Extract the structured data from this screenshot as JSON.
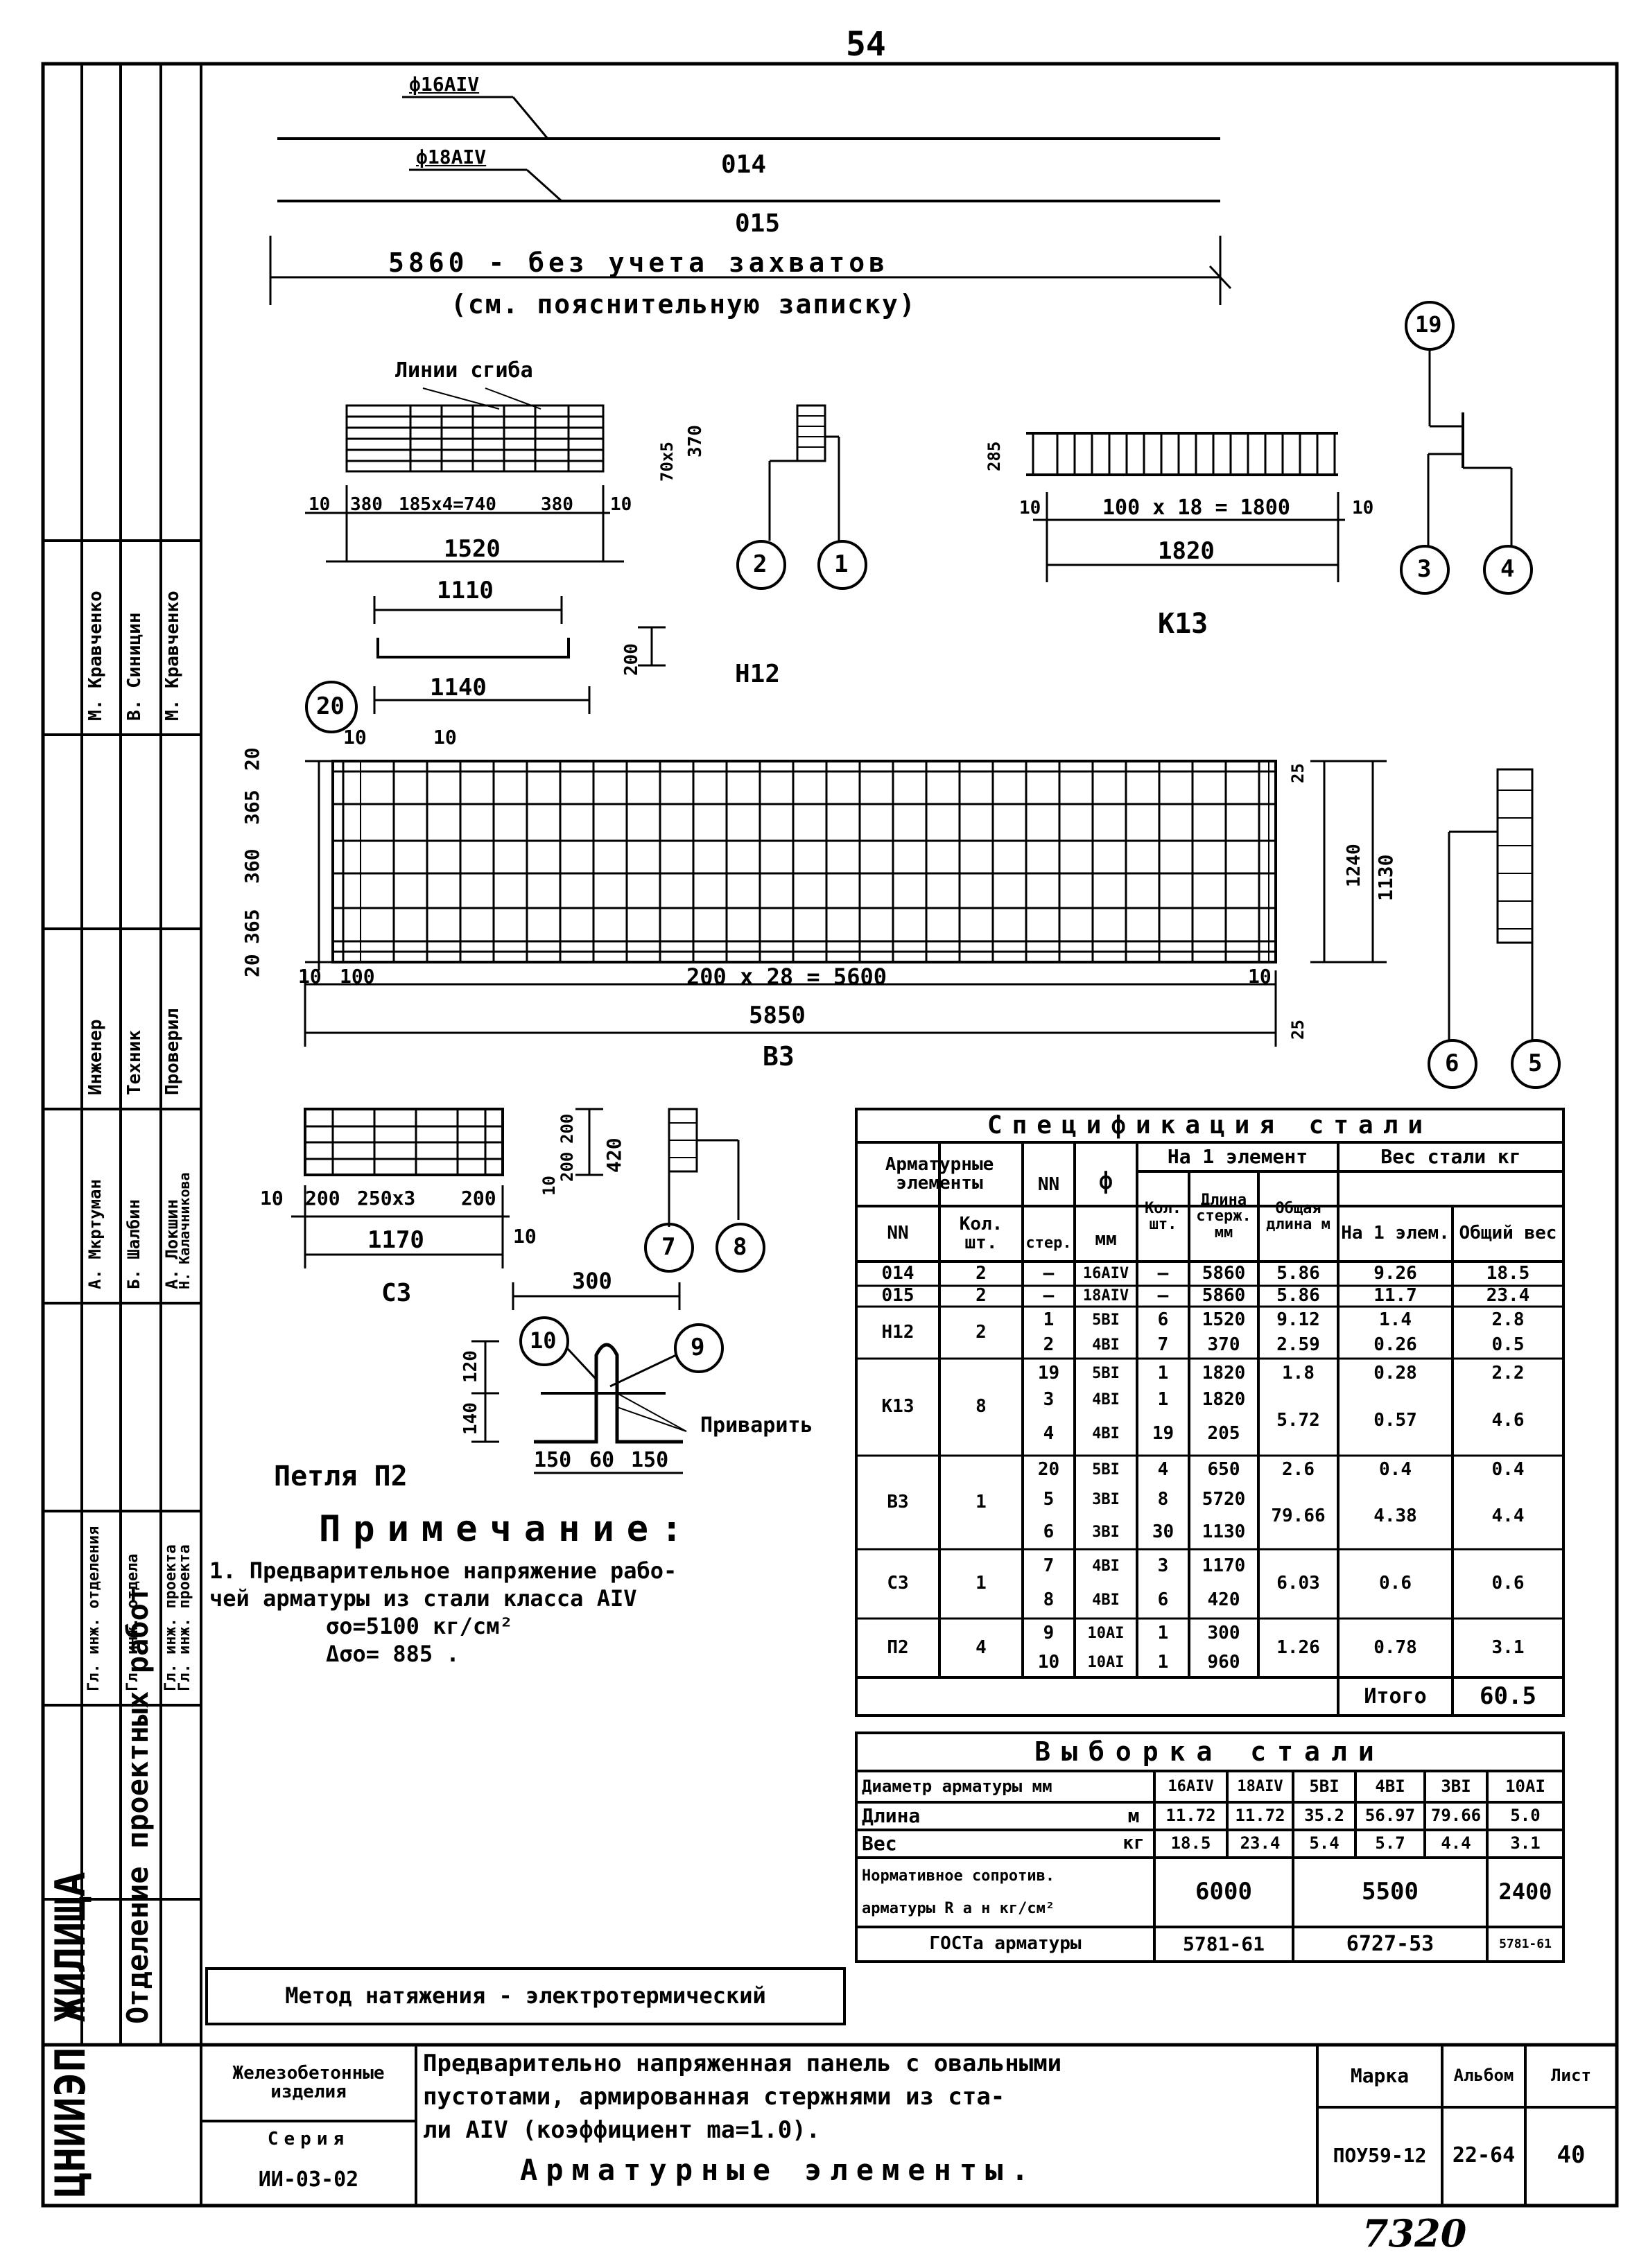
{
  "page_number": "54",
  "handwritten_number": "7320",
  "bars": {
    "bar_top_label": "ф16АIV",
    "bar_bottom_label": "ф18АIV",
    "mark_upper": "014",
    "mark_lower": "015",
    "length_note": "5860 - без учета захватов",
    "length_note_sub": "(см. пояснительную записку)"
  },
  "mesh_h12": {
    "bend_lines_label": "Линии сгиба",
    "dims": [
      "10",
      "380",
      "185x4=740",
      "380",
      "10",
      "1520",
      "1110",
      "1140",
      "200",
      "370",
      "70x5",
      "10",
      "10"
    ],
    "name": "Н12",
    "callouts": [
      "2",
      "1"
    ]
  },
  "frame_k13": {
    "dims": [
      "10",
      "100 x 18 = 1800",
      "10",
      "1820",
      "285"
    ],
    "name": "К13",
    "callouts": [
      "19",
      "3",
      "4"
    ]
  },
  "mesh_b3": {
    "callout_top": "20",
    "dims": [
      "10",
      "10",
      "10",
      "100",
      "200 x 28 = 5600",
      "10",
      "5850",
      "20",
      "365",
      "360",
      "365",
      "20",
      "25",
      "1130",
      "1240",
      "25"
    ],
    "name": "В3",
    "callouts": [
      "6",
      "5"
    ]
  },
  "mesh_c3": {
    "dims": [
      "10",
      "200",
      "250x3",
      "200",
      "10",
      "1170",
      "420",
      "200",
      "200",
      "10"
    ],
    "name": "С3",
    "callouts": [
      "7",
      "8"
    ]
  },
  "loop_p2": {
    "dims": [
      "300",
      "120",
      "140",
      "150",
      "60",
      "150"
    ],
    "callouts": [
      "10",
      "9"
    ],
    "weld_label": "Приварить",
    "name": "Петля П2"
  },
  "note": {
    "title": "Примечание:",
    "line1": "1. Предварительное напряжение рабо-",
    "line2": "чей арматуры из стали класса АIV",
    "line3": "σo=5100 кг/см²",
    "line4": "Δσo= 885 ."
  },
  "spec": {
    "title": "Спецификация стали",
    "h_elements": "Арматурные элементы",
    "h_nn": "NN",
    "h_qty": "Кол. шт.",
    "h_nn2": "NN",
    "h_rod": "стер.",
    "h_dia": "ф",
    "h_mm": "мм",
    "h_per_element": "На 1 элемент",
    "h_q": "Кол. шт.",
    "h_len": "Длина стерж. мм",
    "h_total_len": "Общая длина м",
    "h_weight": "Вес стали кг",
    "h_w1": "На 1 элем.",
    "h_wtotal": "Общий вес",
    "rows": [
      [
        "014",
        "2",
        "—",
        "16AIV",
        "—",
        "5860",
        "5.86",
        "9.26",
        "18.5"
      ],
      [
        "015",
        "2",
        "—",
        "18AIV",
        "—",
        "5860",
        "5.86",
        "11.7",
        "23.4"
      ],
      [
        "Н12",
        "2",
        "1",
        "5BI",
        "6",
        "1520",
        "9.12",
        "1.4",
        "2.8"
      ],
      [
        "",
        "",
        "2",
        "4BI",
        "7",
        "370",
        "2.59",
        "0.26",
        "0.5"
      ],
      [
        "К13",
        "8",
        "19",
        "5BI",
        "1",
        "1820",
        "1.8",
        "0.28",
        "2.2"
      ],
      [
        "",
        "",
        "3",
        "4BI",
        "1",
        "1820",
        "",
        "",
        ""
      ],
      [
        "",
        "",
        "4",
        "4BI",
        "19",
        "205",
        "5.72",
        "0.57",
        "4.6"
      ],
      [
        "В3",
        "1",
        "20",
        "5BI",
        "4",
        "650",
        "2.6",
        "0.4",
        "0.4"
      ],
      [
        "",
        "",
        "5",
        "3BI",
        "8",
        "5720",
        "",
        "",
        ""
      ],
      [
        "",
        "",
        "6",
        "3BI",
        "30",
        "1130",
        "79.66",
        "4.38",
        "4.4"
      ],
      [
        "С3",
        "1",
        "7",
        "4BI",
        "3",
        "1170",
        "",
        "",
        ""
      ],
      [
        "",
        "",
        "8",
        "4BI",
        "6",
        "420",
        "6.03",
        "0.6",
        "0.6"
      ],
      [
        "П2",
        "4",
        "9",
        "10AI",
        "1",
        "300",
        "",
        "",
        ""
      ],
      [
        "",
        "",
        "10",
        "10AI",
        "1",
        "960",
        "1.26",
        "0.78",
        "3.1"
      ]
    ],
    "total_label": "Итого",
    "total_value": "60.5"
  },
  "selection": {
    "title": "Выборка стали",
    "h_dia": "Диаметр арматуры мм",
    "cols": [
      "16AIV",
      "18AIV",
      "5BI",
      "4BI",
      "3BI",
      "10AI"
    ],
    "len_label": "Длина",
    "len_unit": "м",
    "len_values": [
      "11.72",
      "11.72",
      "35.2",
      "56.97",
      "79.66",
      "5.0"
    ],
    "wt_label": "Вес",
    "wt_unit": "кг",
    "wt_values": [
      "18.5",
      "23.4",
      "5.4",
      "5.7",
      "4.4",
      "3.1"
    ],
    "norm_label_1": "Нормативное сопротив.",
    "norm_label_2": "арматуры R a н кг/см²",
    "norm_values": [
      "6000",
      "5500",
      "2400"
    ],
    "gost_label": "ГОСТа арматуры",
    "gost_values": [
      "5781-61",
      "6727-53",
      "5781-61"
    ]
  },
  "method_note": "Метод натяжения - электротермический",
  "title_block": {
    "org_name": "ЦНИИЭП ЖИЛИЩА",
    "dept": "Отделение проектных работ",
    "category": "Железобетонные изделия",
    "series_label": "Серия",
    "series": "ИИ-03-02",
    "description_1": "Предварительно напряженная панель с овальными",
    "description_2": "пустотами, армированная стержнями из ста-",
    "description_3": "ли АIV (коэффициент ma=1.0).",
    "description_4": "Арматурные элементы.",
    "h_mark": "Марка",
    "h_album": "Альбом",
    "h_sheet": "Лист",
    "mark": "ПОУ59-12",
    "album": "22-64",
    "sheet": "40"
  },
  "sidebar": {
    "roles": [
      "Гл. инж. отделения",
      "Гл. инж. отдела",
      "Гл. инж. проекта",
      "Гл. инж. проекта"
    ],
    "roles_names": [
      "А. Мкртуман",
      "Б. Шалбин",
      "А. Локшин",
      "Н. Калачникова"
    ],
    "roles2": [
      "Инженер",
      "Техник",
      "Проверил"
    ],
    "roles2_names": [
      "М. Кравченко",
      "В. Синицин",
      "М. Кравченко"
    ]
  }
}
